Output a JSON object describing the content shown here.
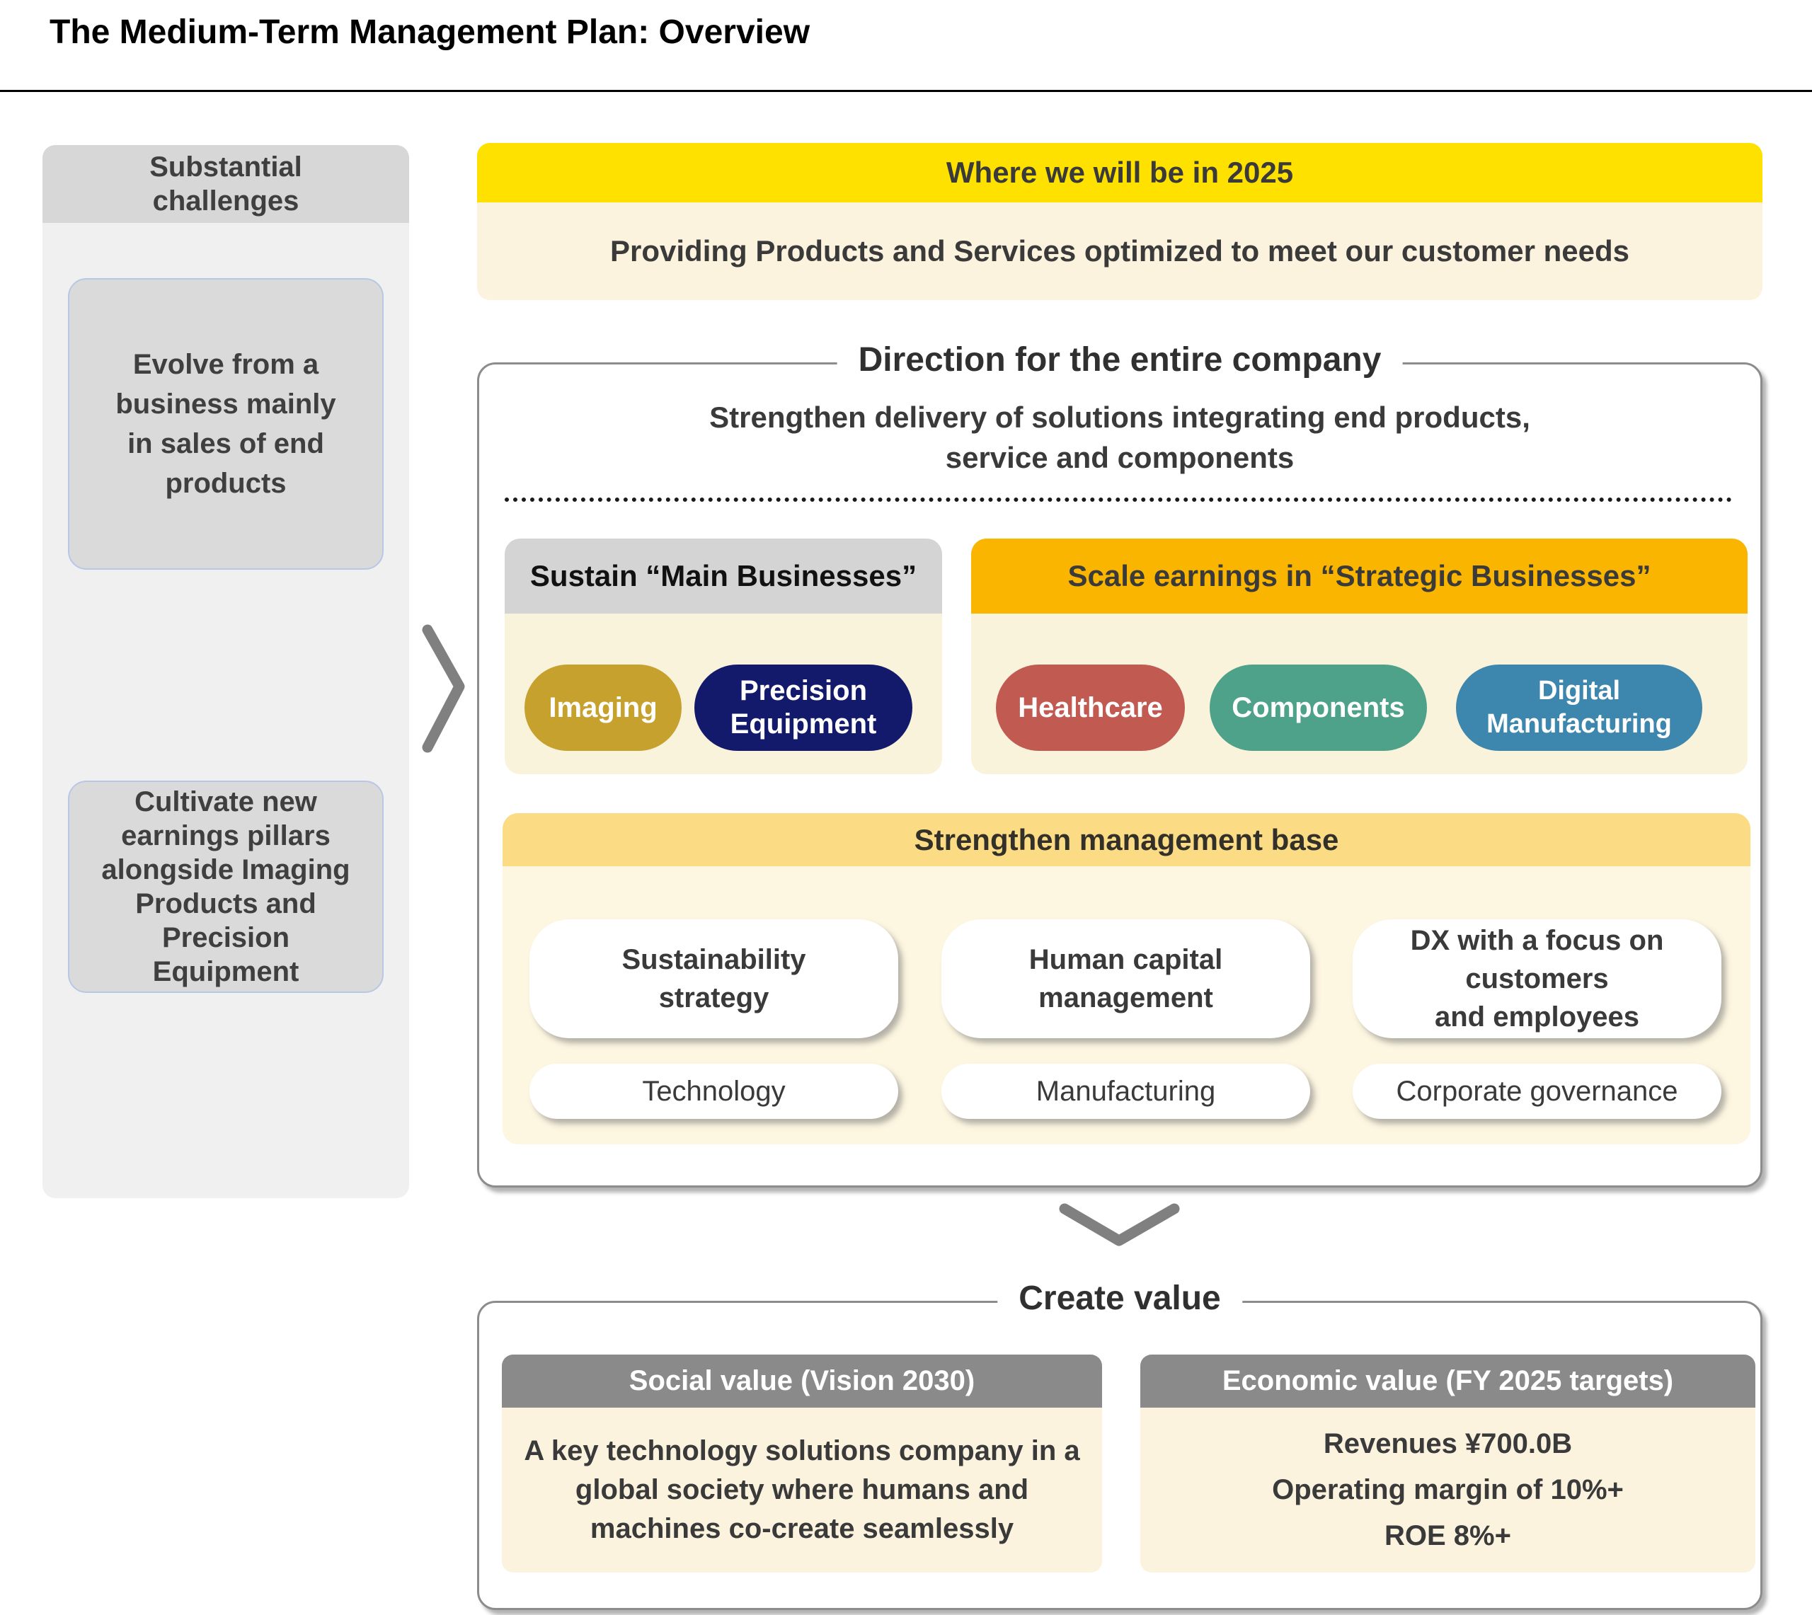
{
  "page": {
    "title": "The Medium-Term Management Plan: Overview"
  },
  "challenges": {
    "header": "Substantial challenges",
    "cards": [
      {
        "lines": [
          "Evolve from a",
          "business mainly",
          "in sales of end",
          "products"
        ]
      },
      {
        "lines": [
          "Cultivate new",
          "earnings pillars",
          "alongside Imaging",
          "Products and",
          "Precision",
          "Equipment"
        ]
      }
    ]
  },
  "vision": {
    "header": "Where we will be in 2025",
    "body": "Providing Products and Services optimized to meet our customer needs"
  },
  "direction": {
    "title": "Direction for the entire company",
    "strapline": {
      "lines": [
        "Strengthen delivery of solutions integrating end products,",
        "service and components"
      ]
    },
    "main_businesses": {
      "header": "Sustain “Main Businesses”",
      "pills": [
        {
          "label": "Imaging",
          "color": "#C7A12E"
        },
        {
          "lines": [
            "Precision",
            "Equipment"
          ],
          "color": "#131A6B"
        }
      ]
    },
    "strategic_businesses": {
      "header": "Scale earnings in “Strategic Businesses”",
      "pills": [
        {
          "label": "Healthcare",
          "color": "#C15B51"
        },
        {
          "label": "Components",
          "color": "#4EA28A"
        },
        {
          "lines": [
            "Digital",
            "Manufacturing"
          ],
          "color": "#3D86AE"
        }
      ]
    },
    "management_base": {
      "header": "Strengthen management base",
      "row1": [
        {
          "lines": [
            "Sustainability",
            "strategy"
          ]
        },
        {
          "lines": [
            "Human capital",
            "management"
          ]
        },
        {
          "lines": [
            "DX with a focus on",
            "customers",
            "and employees"
          ]
        }
      ],
      "row2": [
        {
          "label": "Technology"
        },
        {
          "label": "Manufacturing"
        },
        {
          "label": "Corporate governance"
        }
      ]
    }
  },
  "create_value": {
    "title": "Create value",
    "social": {
      "header": "Social value (Vision 2030)",
      "lines": [
        "A key technology solutions company in a",
        "global society where humans and",
        "machines co-create seamlessly"
      ]
    },
    "economic": {
      "header": "Economic value (FY 2025 targets)",
      "lines": [
        "Revenues ¥700.0B",
        "Operating margin of 10%+",
        "ROE 8%+"
      ]
    }
  },
  "icons": {
    "arrow_right": "chevron-right",
    "arrow_down": "chevron-down"
  },
  "colors": {
    "accent_yellow": "#FFE100",
    "accent_amber": "#F9B500",
    "soft_amber": "#FBDC84",
    "cream": "#FBF3DE",
    "cream_light": "#FDF6E1",
    "gold": "#C7A12E",
    "navy": "#131A6B",
    "red": "#C15B51",
    "teal": "#4EA28A",
    "blue": "#3D86AE",
    "gray_section_header": "#D4D4D4",
    "gray_card_header": "#8A8A8A",
    "panel_gray": "#F0F0F1",
    "box_gray": "#DADADA",
    "border_gray": "#8C8C8C",
    "arrow_gray": "#808080"
  }
}
